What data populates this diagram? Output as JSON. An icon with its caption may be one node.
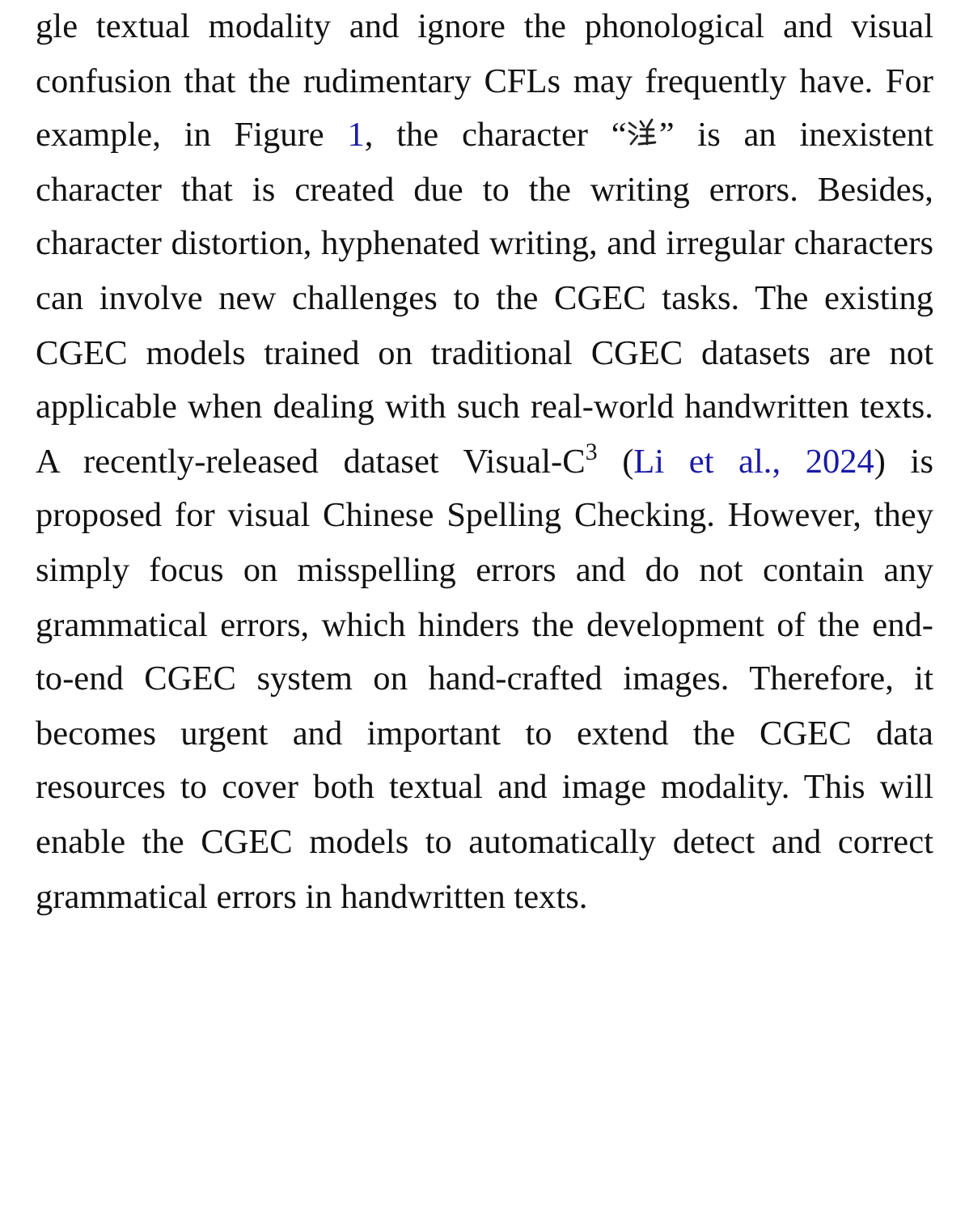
{
  "diagram": {
    "labels": [
      "gle textual modality and ignore the phonological and visual confusion that the rudimentary CFLs may frequently have. For example, in Figure ",
      "1",
      ", the character “",
      "” is an inexistent character that is created due to the writing errors. Besides, character distortion, hyphenated writing, and irregular characters can involve new challenges to the CGEC tasks. The existing CGEC models trained on traditional CGEC datasets are not applicable when dealing with such real-world handwritten texts. A recently-released dataset Visual-C$^{3}$ (",
      "Li et al., 2024",
      ") is proposed for visual Chinese Spelling Checking. However, they simply focus on misspelling errors and do not contain any grammatical errors, which hinders the development of the end-to-end CGEC system on hand-crafted images. Therefore, it becomes urgent and important to extend the CGEC data resources to cover both textual and image modality. This will enable the CGEC models to automatically detect and correct grammatical errors in handwritten texts."
    ]
  }
}
